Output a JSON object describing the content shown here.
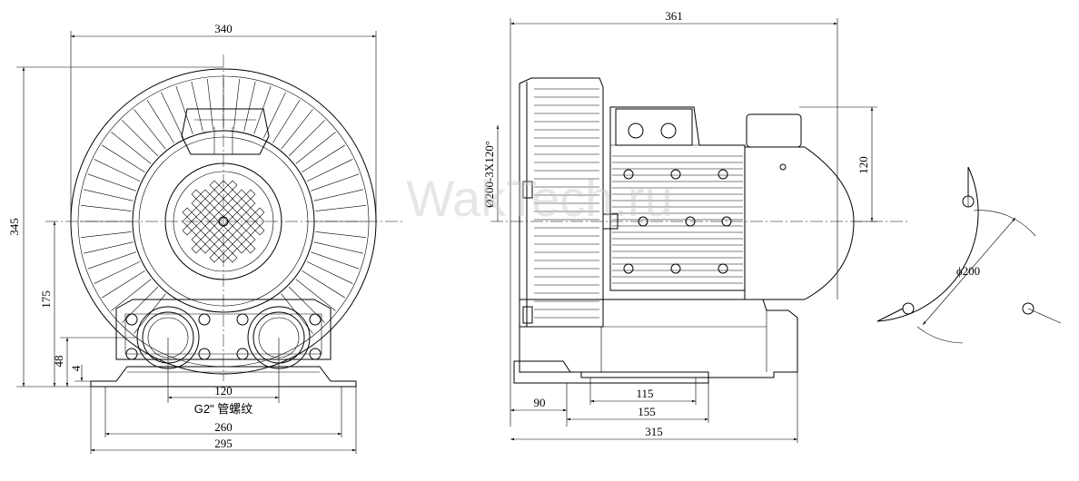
{
  "front_view": {
    "width_top": "340",
    "height_total": "345",
    "height_center": "175",
    "height_48": "48",
    "height_4": "4",
    "port_spacing": "120",
    "thread_note": "G2\" 管螺纹",
    "foot_inner": "260",
    "foot_outer": "295"
  },
  "side_view": {
    "length_total": "361",
    "flange_label": "Ø200-3X120°",
    "height_120": "120",
    "dim_90": "90",
    "dim_115": "115",
    "dim_155": "155",
    "dim_315": "315"
  },
  "flange_detail": {
    "diameter": "ϕ200"
  },
  "watermark": "WakTech.ru"
}
